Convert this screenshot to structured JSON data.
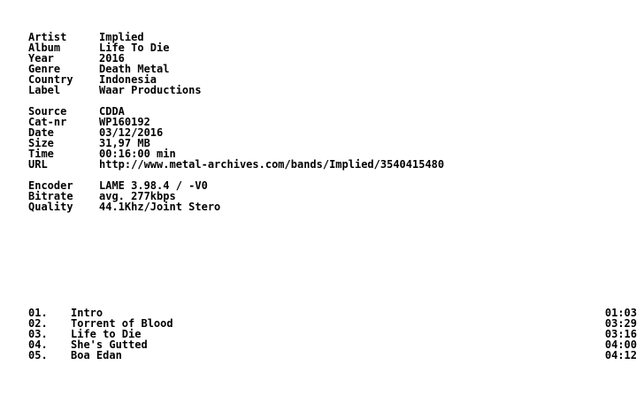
{
  "release": [
    {
      "label": "Artist",
      "value": "Implied"
    },
    {
      "label": "Album",
      "value": "Life To Die"
    },
    {
      "label": "Year",
      "value": "2016"
    },
    {
      "label": "Genre",
      "value": "Death Metal"
    },
    {
      "label": "Country",
      "value": "Indonesia"
    },
    {
      "label": "Label",
      "value": "Waar Productions"
    }
  ],
  "source": [
    {
      "label": "Source",
      "value": "CDDA"
    },
    {
      "label": "Cat-nr",
      "value": "WP160192"
    },
    {
      "label": "Date",
      "value": "03/12/2016"
    },
    {
      "label": "Size",
      "value": "31,97 MB"
    },
    {
      "label": "Time",
      "value": "00:16:00 min"
    },
    {
      "label": "URL",
      "value": "http://www.metal-archives.com/bands/Implied/3540415480"
    }
  ],
  "encoding": [
    {
      "label": "Encoder",
      "value": "LAME 3.98.4 / -V0"
    },
    {
      "label": "Bitrate",
      "value": "avg. 277kbps"
    },
    {
      "label": "Quality",
      "value": "44.1Khz/Joint Stero"
    }
  ],
  "tracks": [
    {
      "num": "01.",
      "title": "Intro",
      "duration": "01:03"
    },
    {
      "num": "02.",
      "title": "Torrent of Blood",
      "duration": "03:29"
    },
    {
      "num": "03.",
      "title": "Life to Die",
      "duration": "03:16"
    },
    {
      "num": "04.",
      "title": "She's Gutted",
      "duration": "04:00"
    },
    {
      "num": "05.",
      "title": "Boa Edan",
      "duration": "04:12"
    }
  ]
}
